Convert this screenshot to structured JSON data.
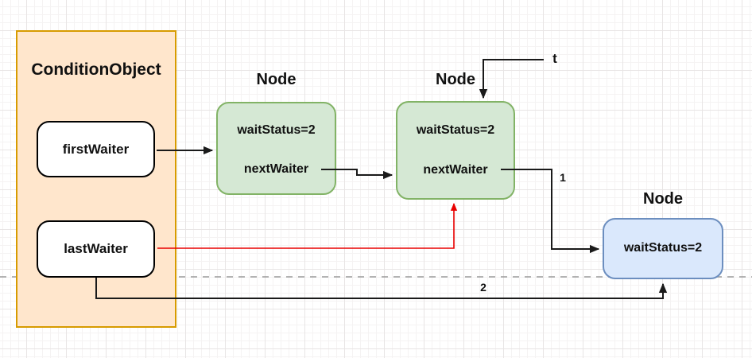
{
  "colors": {
    "canvas_bg": "#ffffff",
    "orange_fill": "#ffe6cc",
    "orange_stroke": "#d79b00",
    "green_fill": "#d5e8d4",
    "green_stroke": "#82b366",
    "blue_fill": "#dae8fc",
    "blue_stroke": "#6c8ebf",
    "field_fill": "#ffffff",
    "field_stroke": "#000000",
    "arrow_black": "#1a1a1a",
    "arrow_red": "#e80000",
    "dashed_gray": "#9a9a9a",
    "text": "#111111"
  },
  "condition_object": {
    "title": "ConditionObject",
    "fields": [
      {
        "label": "firstWaiter"
      },
      {
        "label": "lastWaiter"
      }
    ]
  },
  "nodes": [
    {
      "title": "Node",
      "wait_status": "waitStatus=2",
      "next_waiter": "nextWaiter"
    },
    {
      "title": "Node",
      "wait_status": "waitStatus=2",
      "next_waiter": "nextWaiter"
    },
    {
      "title": "Node",
      "wait_status": "waitStatus=2"
    }
  ],
  "annotations": {
    "thread_label": "t",
    "edge_label_1": "1",
    "edge_label_2": "2"
  }
}
